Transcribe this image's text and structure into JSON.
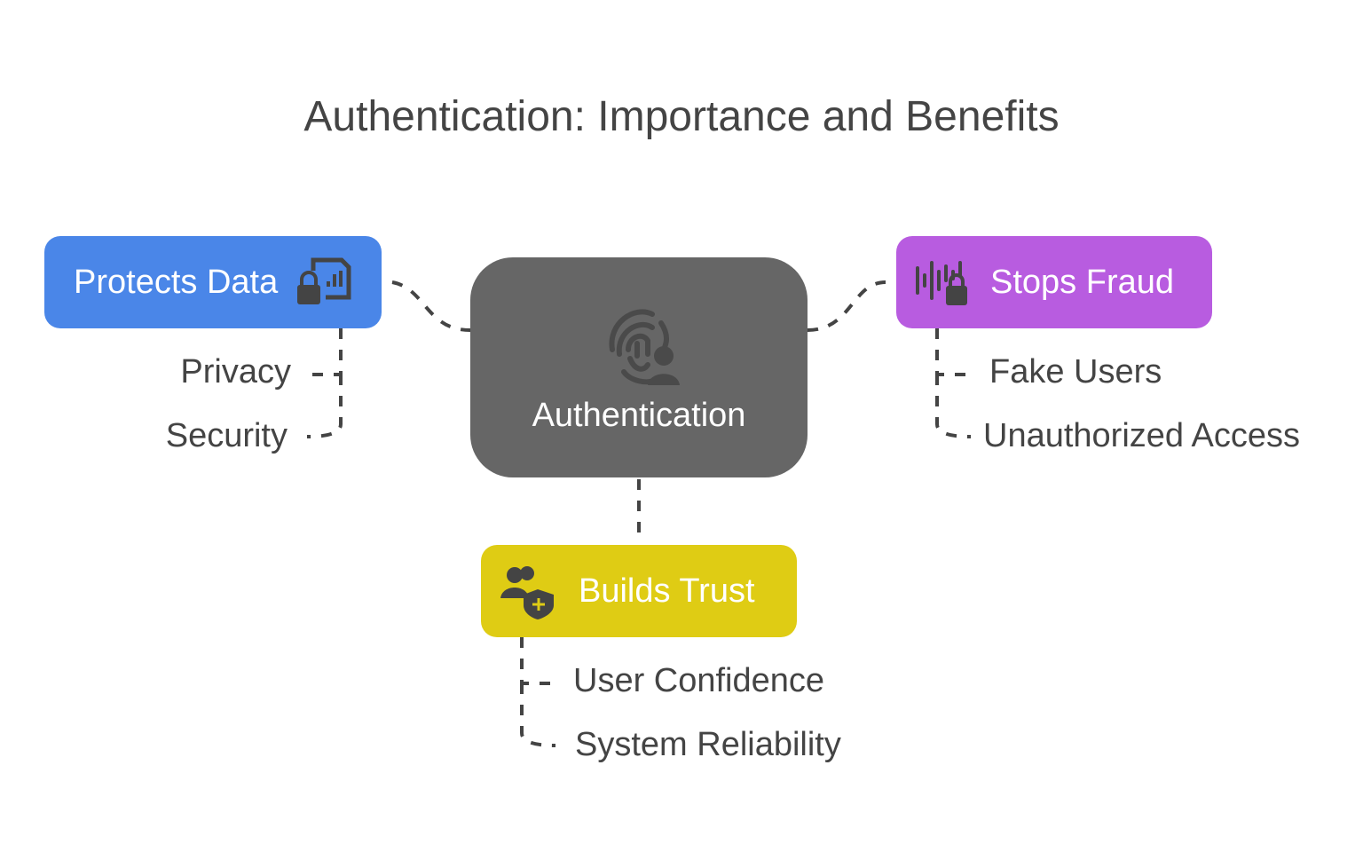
{
  "title": "Authentication: Importance and Benefits",
  "center": {
    "label": "Authentication",
    "icon": "fingerprint-user-icon",
    "color": "#666666"
  },
  "nodes": [
    {
      "label": "Protects Data",
      "icon": "lock-chart-icon",
      "color": "#4a86e8",
      "children": [
        "Privacy",
        "Security"
      ]
    },
    {
      "label": "Stops Fraud",
      "icon": "soundwave-lock-icon",
      "color": "#b85ce0",
      "children": [
        "Fake Users",
        "Unauthorized Access"
      ]
    },
    {
      "label": "Builds Trust",
      "icon": "users-shield-icon",
      "color": "#dfcc14",
      "children": [
        "User Confidence",
        "System Reliability"
      ]
    }
  ]
}
